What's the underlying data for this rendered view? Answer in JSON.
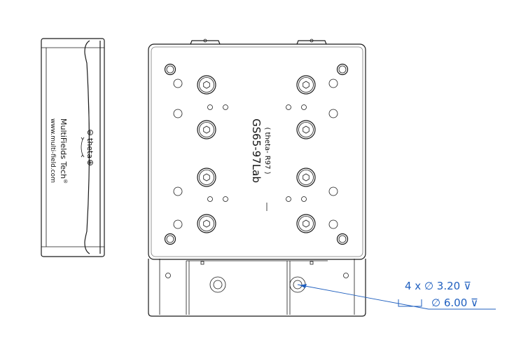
{
  "side_view": {
    "brand": "MultiFields Tech",
    "registered_mark": "®",
    "website": "www.multi-field.com",
    "rotation_label": "theta",
    "minus_symbol": "⊖",
    "plus_symbol": "⊕"
  },
  "top_view": {
    "model": "GS65-97Lab",
    "subtitle": "( theta- R97 )"
  },
  "dimension_callout": {
    "line1": "4 x ∅ 3.20 ⊽",
    "line2": "∅ 6.00 ⊽"
  },
  "colors": {
    "outline": "#1a1a1a",
    "dimension": "#1f5fbf"
  },
  "icons": [
    "hex-socket-screw-icon",
    "mounting-hole-icon",
    "counterbore-symbol-icon",
    "depth-symbol-icon"
  ]
}
